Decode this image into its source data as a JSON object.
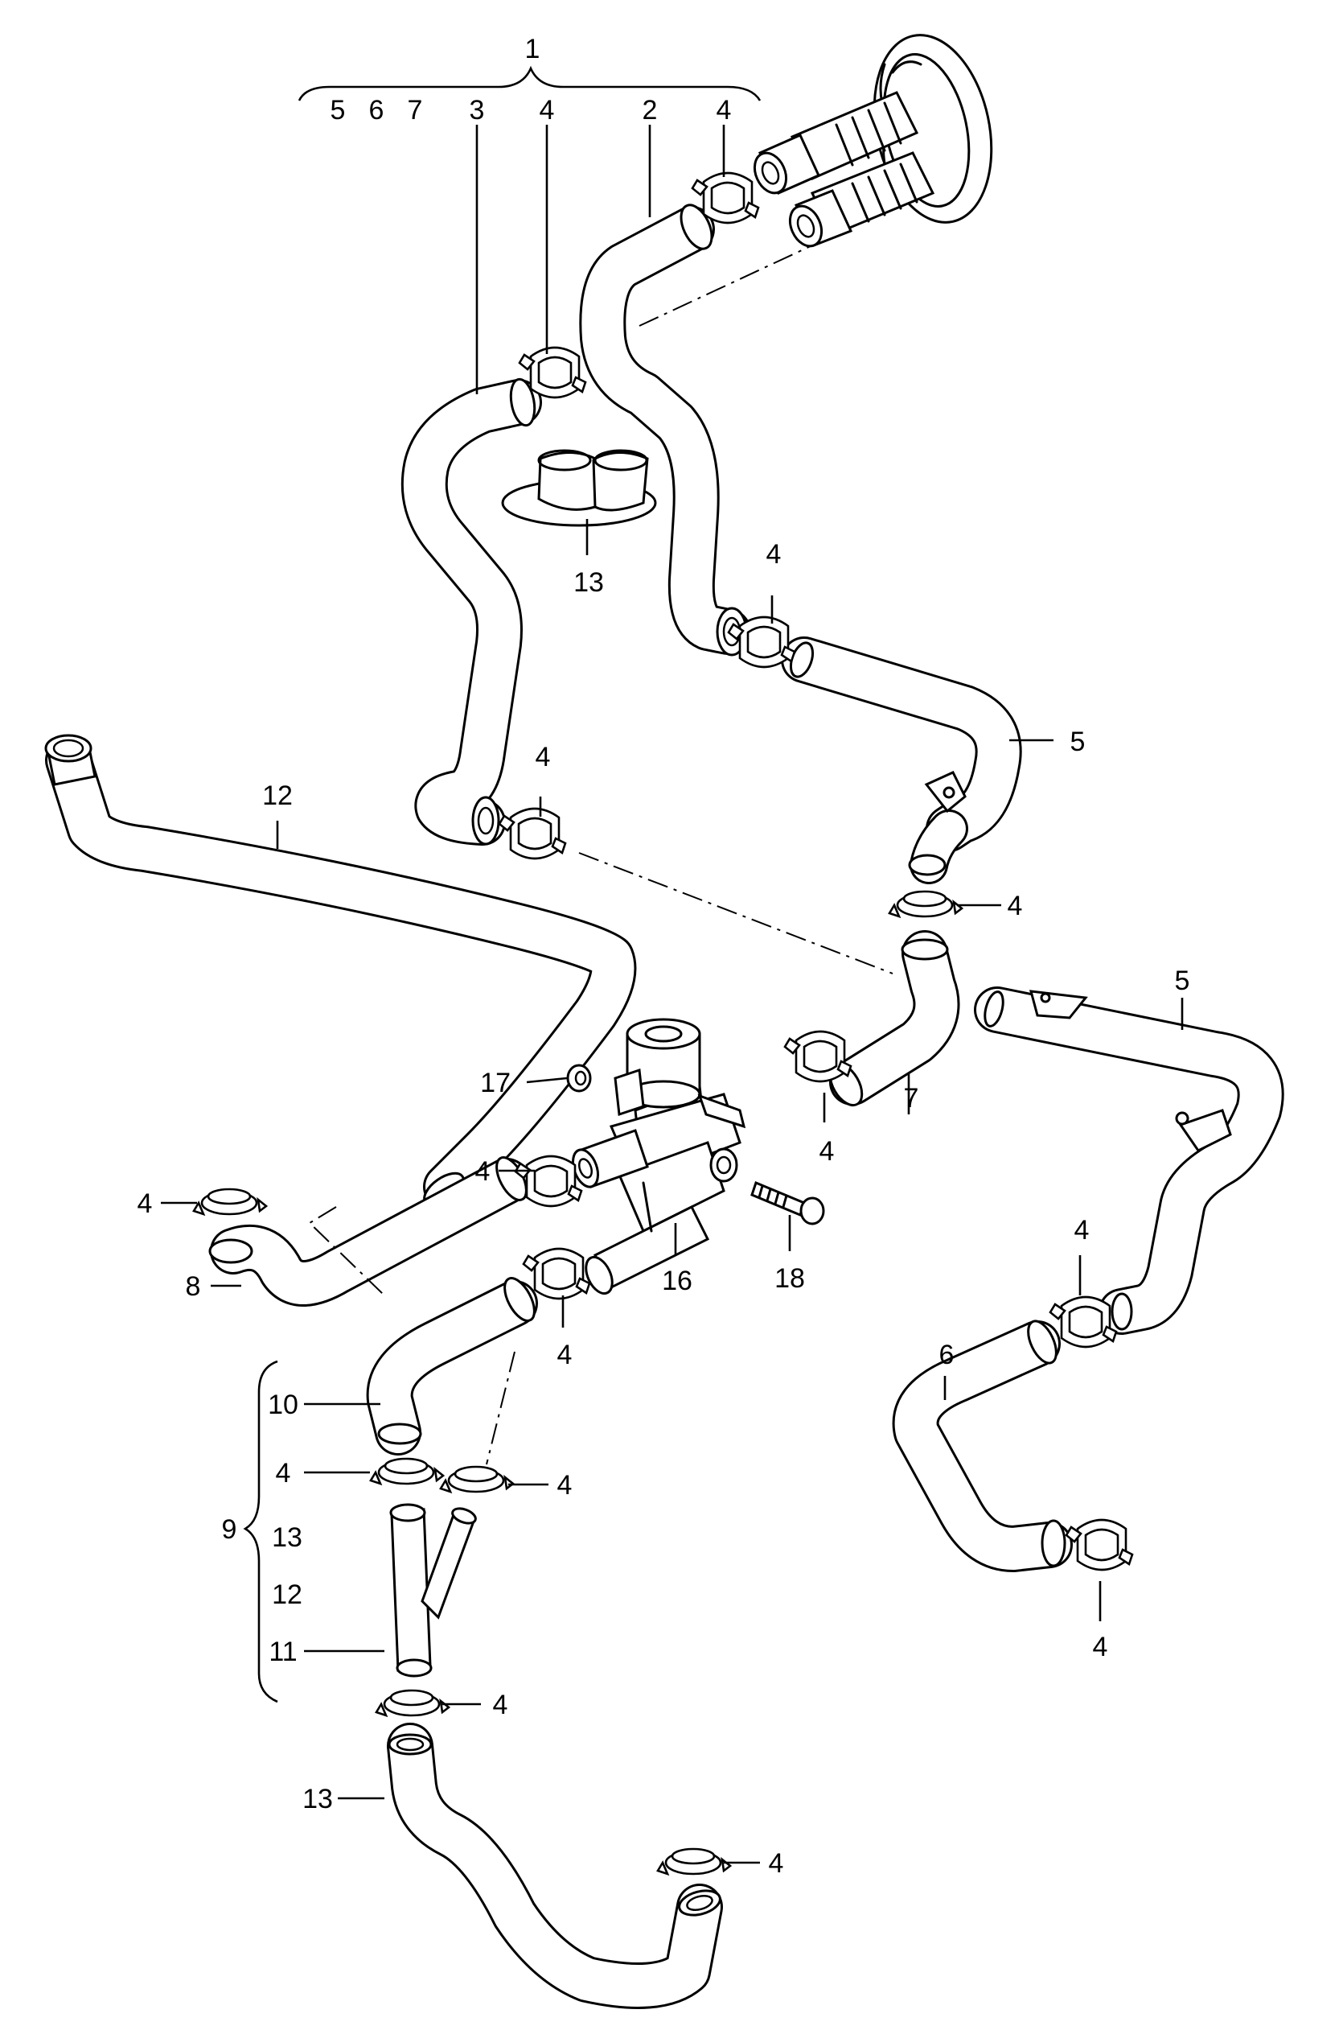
{
  "callouts": [
    {
      "id": "c-1",
      "text": "1"
    },
    {
      "id": "c-5-top",
      "text": "5"
    },
    {
      "id": "c-6-top",
      "text": "6"
    },
    {
      "id": "c-7-top",
      "text": "7"
    },
    {
      "id": "c-3",
      "text": "3"
    },
    {
      "id": "c-4-a",
      "text": "4"
    },
    {
      "id": "c-2",
      "text": "2"
    },
    {
      "id": "c-4-b",
      "text": "4"
    },
    {
      "id": "c-13-a",
      "text": "13"
    },
    {
      "id": "c-4-c",
      "text": "4"
    },
    {
      "id": "c-5-a",
      "text": "5"
    },
    {
      "id": "c-4-d",
      "text": "4"
    },
    {
      "id": "c-12-a",
      "text": "12"
    },
    {
      "id": "c-4-e",
      "text": "4"
    },
    {
      "id": "c-5-b",
      "text": "5"
    },
    {
      "id": "c-17",
      "text": "17"
    },
    {
      "id": "c-7",
      "text": "7"
    },
    {
      "id": "c-4-f",
      "text": "4"
    },
    {
      "id": "c-4-g",
      "text": "4"
    },
    {
      "id": "c-4-h",
      "text": "4"
    },
    {
      "id": "c-8",
      "text": "8"
    },
    {
      "id": "c-16",
      "text": "16"
    },
    {
      "id": "c-18",
      "text": "18"
    },
    {
      "id": "c-4-i",
      "text": "4"
    },
    {
      "id": "c-4-j",
      "text": "4"
    },
    {
      "id": "c-6",
      "text": "6"
    },
    {
      "id": "c-10",
      "text": "10"
    },
    {
      "id": "c-4-k",
      "text": "4"
    },
    {
      "id": "c-4-l",
      "text": "4"
    },
    {
      "id": "c-9",
      "text": "9"
    },
    {
      "id": "c-13-b",
      "text": "13"
    },
    {
      "id": "c-12-b",
      "text": "12"
    },
    {
      "id": "c-11",
      "text": "11"
    },
    {
      "id": "c-4-m",
      "text": "4"
    },
    {
      "id": "c-4-n",
      "text": "4"
    },
    {
      "id": "c-13-c",
      "text": "13"
    },
    {
      "id": "c-4-o",
      "text": "4"
    }
  ]
}
